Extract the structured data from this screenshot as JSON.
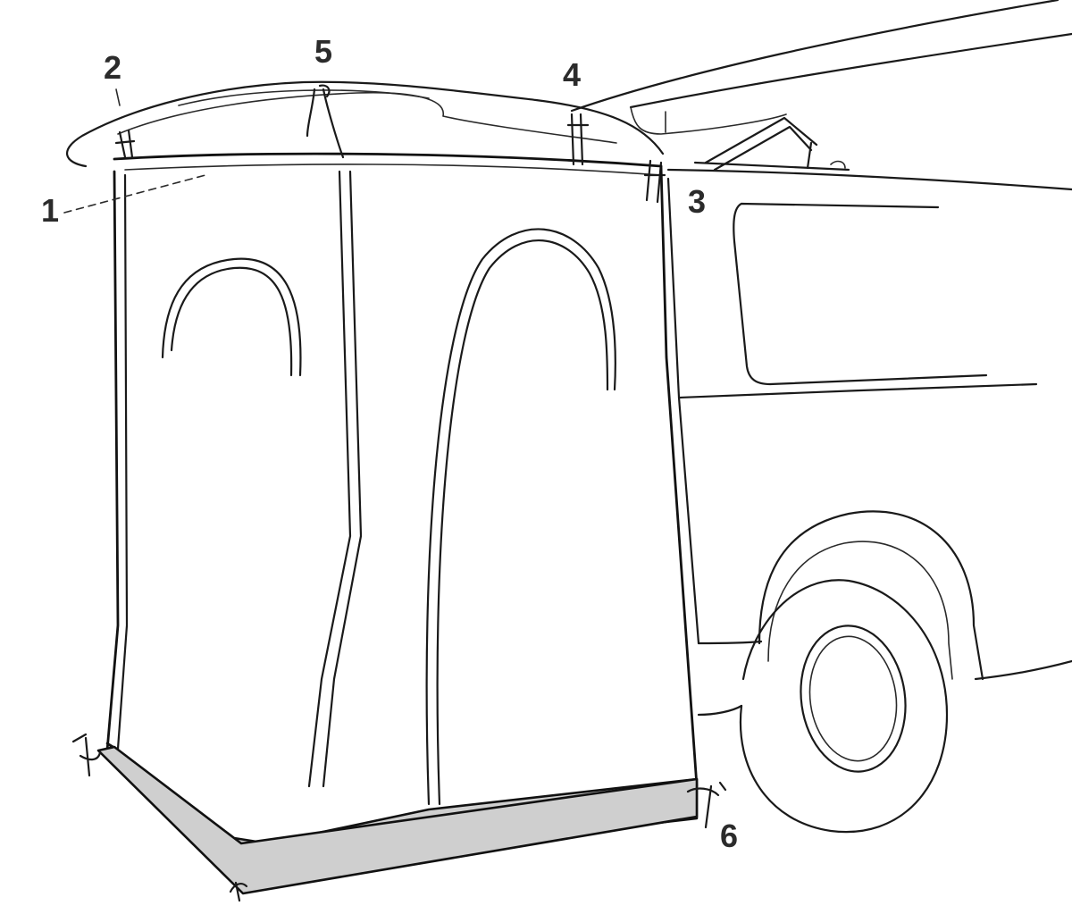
{
  "callouts": [
    {
      "id": "callout-1",
      "label": "1"
    },
    {
      "id": "callout-2",
      "label": "2"
    },
    {
      "id": "callout-3",
      "label": "3"
    },
    {
      "id": "callout-4",
      "label": "4"
    },
    {
      "id": "callout-5",
      "label": "5"
    },
    {
      "id": "callout-6",
      "label": "6"
    }
  ],
  "colors": {
    "line": "#1a1a1a",
    "skirt_fill": "#cfcfcf",
    "callout_text": "#2b2b2b",
    "background": "#ffffff"
  }
}
